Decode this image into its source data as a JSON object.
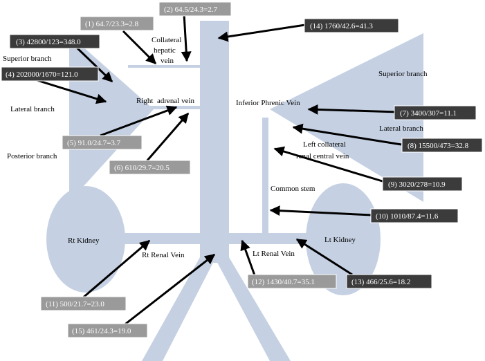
{
  "colors": {
    "anatomy_fill": "#c5d1e3",
    "arrow": "#000000",
    "box_dark": "#3b3b3b",
    "box_light": "#9a9a9a",
    "text": "#000000",
    "box_text": "#ffffff"
  },
  "labels": {
    "collateral_hepatic_vein_1": "Collateral",
    "collateral_hepatic_vein_2": "hepatic",
    "collateral_hepatic_vein_3": "vein",
    "superior_branch_right": "Superior branch",
    "lateral_branch_right": "Lateral branch",
    "posterior_branch_right": "Posterior branch",
    "right_adrenal_vein": "Right  adrenal vein",
    "inferior_phrenic_vein": "Inferior Phrenic Vein",
    "superior_branch_left": "Superior branch",
    "lateral_branch_left": "Lateral branch",
    "left_collateral_1": "Left collateral",
    "left_collateral_2": "renal central vein",
    "common_stem": "Common stem",
    "rt_kidney": "Rt Kidney",
    "lt_kidney": "Lt Kidney",
    "rt_renal_vein": "Rt Renal Vein",
    "lt_renal_vein": "Lt Renal Vein"
  },
  "measurements": {
    "m1": "(1) 64.7/23.3=2.8",
    "m2": "(2) 64.5/24.3=2.7",
    "m3": "(3) 42800/123=348.0",
    "m4": "(4) 202000/1670=121.0",
    "m5": "(5) 91.0/24.7=3.7",
    "m6": "(6) 610/29.7=20.5",
    "m7": "(7) 3400/307=11.1",
    "m8": "(8) 15500/473=32.8",
    "m9": "(9) 3020/278=10.9",
    "m10": "(10) 1010/87.4=11.6",
    "m11": "(11) 500/21.7=23.0",
    "m12": "(12) 1430/40.7=35.1",
    "m13": "(13) 466/25.6=18.2",
    "m14": "(14) 1760/42.6=41.3",
    "m15": "(15) 461/24.3=19.0"
  }
}
